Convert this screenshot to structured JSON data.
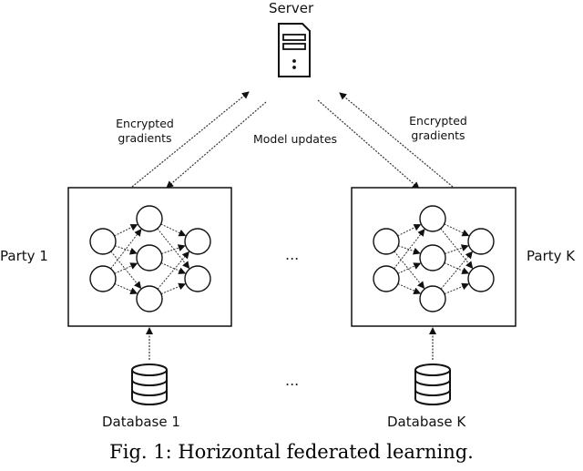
{
  "server": {
    "label": "Server",
    "icon": "server-icon"
  },
  "arrows": {
    "left_up_label": [
      "Encrypted",
      "gradients"
    ],
    "center_label": "Model updates",
    "right_up_label": [
      "Encrypted",
      "gradients"
    ]
  },
  "parties": [
    {
      "label": "Party 1",
      "icon": "neural-network-icon"
    },
    {
      "label": "Party K",
      "icon": "neural-network-icon"
    }
  ],
  "databases": [
    {
      "label": "Database 1",
      "icon": "database-icon"
    },
    {
      "label": "Database K",
      "icon": "database-icon"
    }
  ],
  "ellipsis": "...",
  "caption": "Fig. 1: Horizontal federated learning."
}
